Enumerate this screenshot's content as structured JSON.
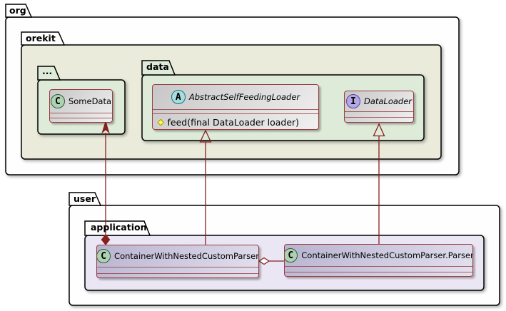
{
  "diagram_type": "uml-class-diagram",
  "colors": {
    "package_white": "#fefefe",
    "package_olive": "#ebebdb",
    "package_green": "#dfebd9",
    "package_lavender": "#eae6f3",
    "class_gray_gradient": [
      "#c7c7c7",
      "#f0f0f0"
    ],
    "class_lavender_gradient": [
      "#b7b3d0",
      "#e4e1ef"
    ],
    "class_border": "#9a3b40",
    "relation_line": "#87201f",
    "class_icon_bg": "#add1b2",
    "abstract_icon_bg": "#a9dcdf",
    "interface_icon_bg": "#b4a7e5",
    "protected_marker": "#ffff44"
  },
  "packages": {
    "org": {
      "label": "org"
    },
    "orekit": {
      "label": "orekit"
    },
    "ellipsis": {
      "label": "..."
    },
    "data": {
      "label": "data"
    },
    "user": {
      "label": "user"
    },
    "application": {
      "label": "application"
    }
  },
  "classes": {
    "somedata": {
      "icon_letter": "C",
      "kind": "class",
      "name": "SomeData"
    },
    "abstract_self_feeding_loader": {
      "icon_letter": "A",
      "kind": "abstract class",
      "name": "AbstractSelfFeedingLoader",
      "method": {
        "visibility": "protected",
        "signature": "feed(final DataLoader loader)"
      }
    },
    "dataloader": {
      "icon_letter": "I",
      "kind": "interface",
      "name": "DataLoader"
    },
    "container": {
      "icon_letter": "C",
      "kind": "class",
      "name": "ContainerWithNestedCustomParser"
    },
    "parser": {
      "icon_letter": "C",
      "kind": "class",
      "name": "ContainerWithNestedCustomParser.Parser"
    }
  },
  "relationships": [
    {
      "from": "ContainerWithNestedCustomParser",
      "to": "SomeData",
      "type": "composition-with-open-arrow"
    },
    {
      "from": "ContainerWithNestedCustomParser",
      "to": "AbstractSelfFeedingLoader",
      "type": "generalization"
    },
    {
      "from": "ContainerWithNestedCustomParser.Parser",
      "to": "DataLoader",
      "type": "generalization"
    },
    {
      "from": "ContainerWithNestedCustomParser",
      "to": "ContainerWithNestedCustomParser.Parser",
      "type": "aggregation"
    }
  ]
}
